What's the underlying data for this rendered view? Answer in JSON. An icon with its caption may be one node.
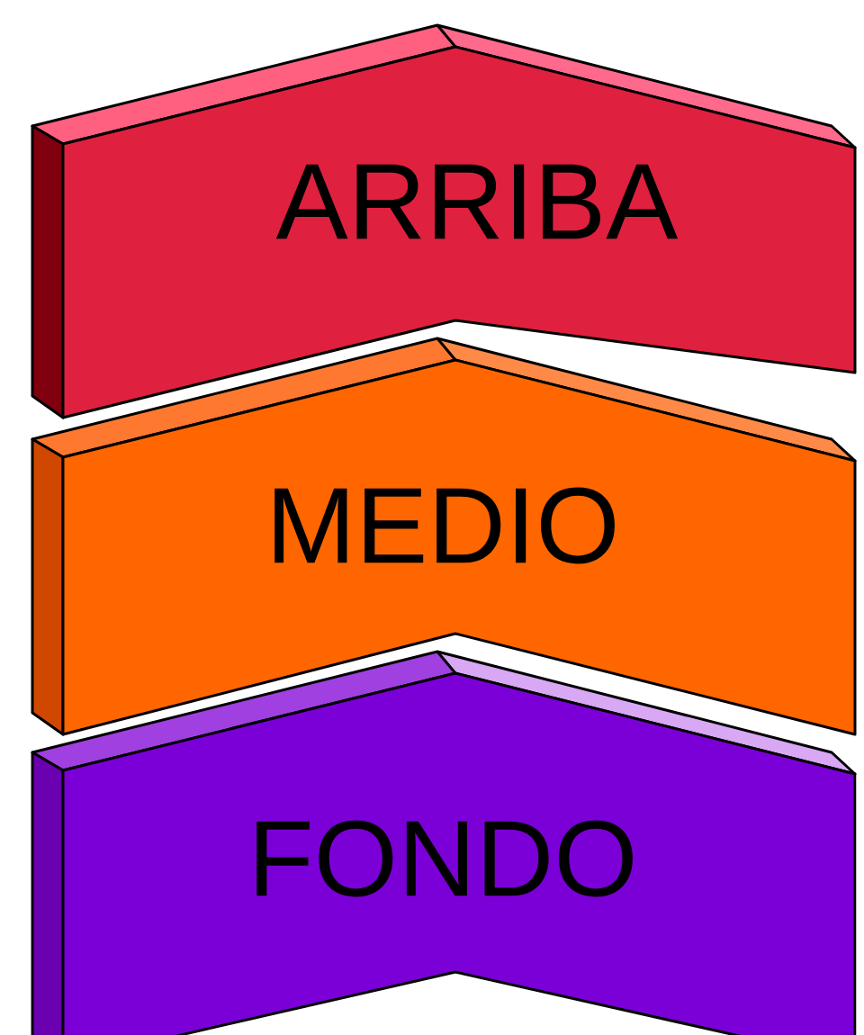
{
  "diagram": {
    "nodes": [
      {
        "text": [
          "ARRIBA"
        ]
      },
      {
        "text": [
          "MEDIO"
        ]
      },
      {
        "text": [
          "FONDO"
        ]
      }
    ]
  }
}
